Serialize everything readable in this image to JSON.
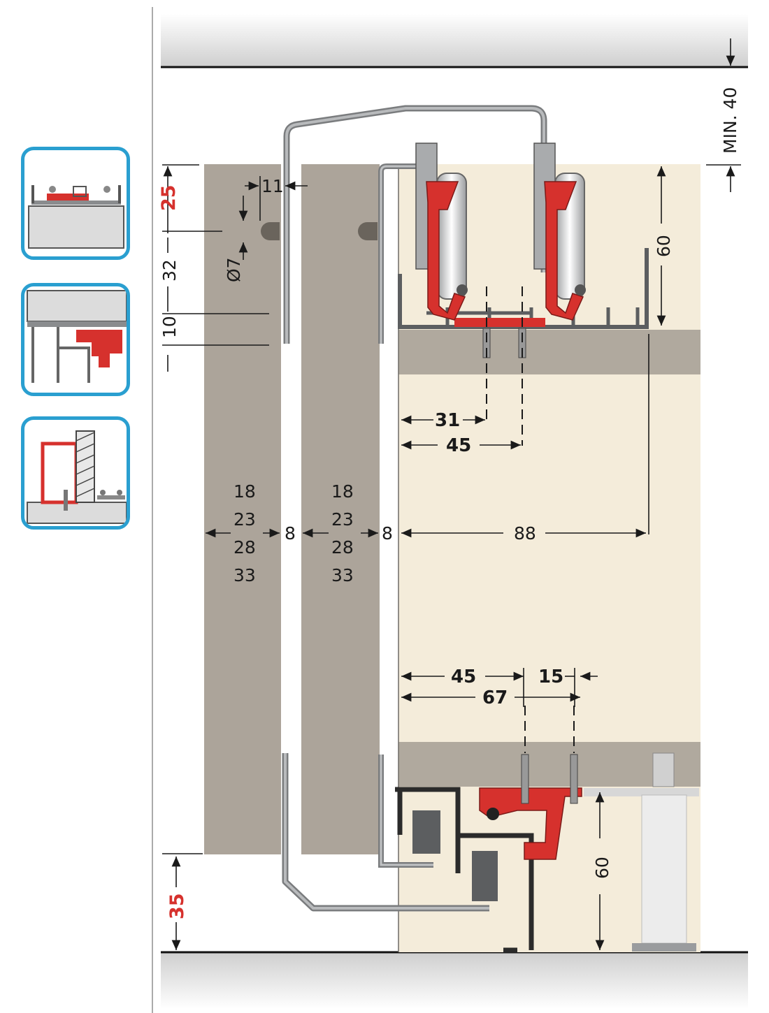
{
  "labels": {
    "min_clearance": "MIN. 40",
    "top_offset": "25",
    "bottom_offset": "35",
    "hole_spacing": "32",
    "hole_edge": "10",
    "hole_diameter": "Ø7",
    "hanger_offset": "11",
    "rail_height_top": "60",
    "rail_height_bottom": "60",
    "gap_1": "8",
    "gap_2": "8",
    "top_rail_depth": "88",
    "screw_top_1": "31",
    "screw_top_2": "45",
    "screw_bottom_1": "45",
    "screw_bottom_2": "15",
    "screw_bottom_total": "67"
  },
  "door_thicknesses": {
    "door_1": [
      "18",
      "23",
      "28",
      "33"
    ],
    "door_2": [
      "18",
      "23",
      "28",
      "33"
    ]
  },
  "colors": {
    "door": "#aca49a",
    "cabinet": "#f4ecda",
    "beam": "#b0a99e",
    "profile": "#d6312d",
    "frame": "#2a9fd0",
    "metal": "#8a8c8e"
  }
}
